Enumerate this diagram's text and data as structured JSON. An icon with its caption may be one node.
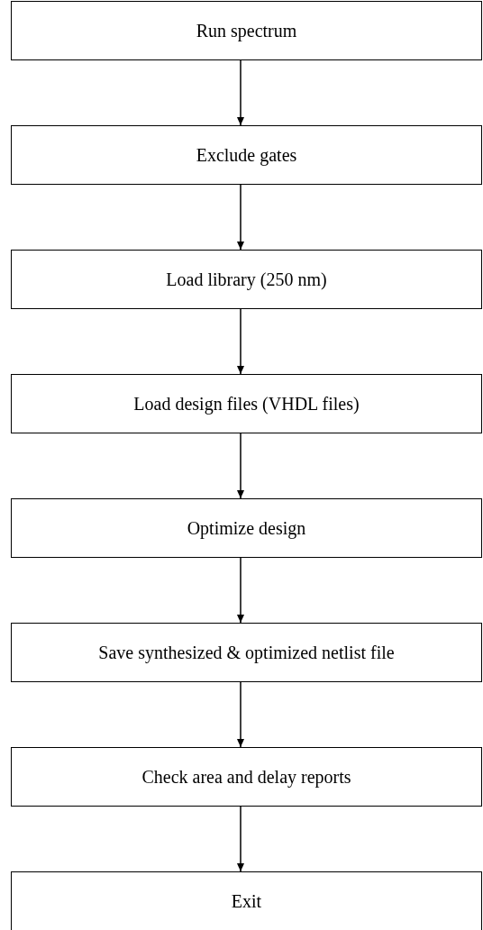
{
  "diagram": {
    "nodes": [
      {
        "text": [
          "Run spectrum"
        ]
      },
      {
        "text": [
          "Exclude gates"
        ]
      },
      {
        "text": [
          "Load library (250 nm)"
        ]
      },
      {
        "text": [
          "Load design files (VHDL files)"
        ]
      },
      {
        "text": [
          "Optimize design"
        ]
      },
      {
        "text": [
          "Save synthesized & optimized netlist file"
        ]
      },
      {
        "text": [
          "Check area and delay reports"
        ]
      },
      {
        "text": [
          "Exit"
        ]
      }
    ],
    "edges": [
      {
        "from": 0,
        "to": 1,
        "arrow": "to"
      },
      {
        "from": 1,
        "to": 2,
        "arrow": "to"
      },
      {
        "from": 2,
        "to": 3,
        "arrow": "to"
      },
      {
        "from": 3,
        "to": 4,
        "arrow": "to"
      },
      {
        "from": 4,
        "to": 5,
        "arrow": "to"
      },
      {
        "from": 5,
        "to": 6,
        "arrow": "to"
      },
      {
        "from": 6,
        "to": 7,
        "arrow": "to"
      }
    ]
  }
}
